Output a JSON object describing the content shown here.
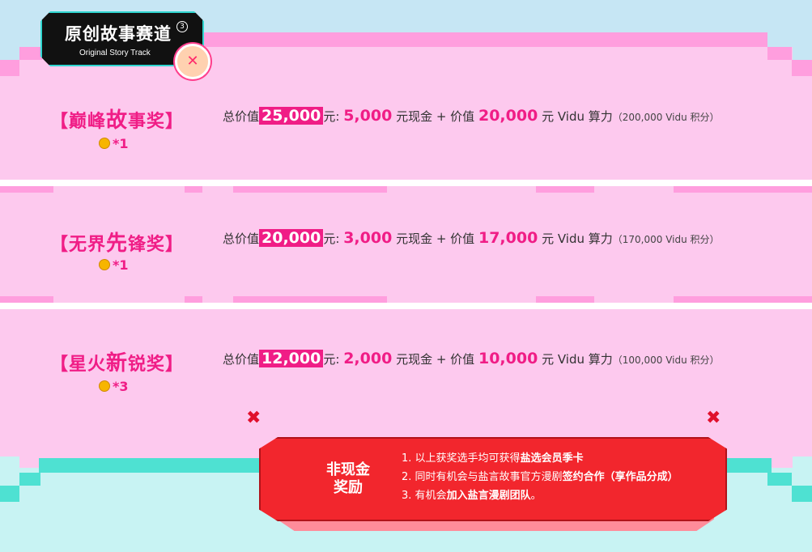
{
  "badge": {
    "title": "原创故事赛道",
    "subtitle": "Original Story Track",
    "number": "3",
    "sticker_icon": "pixel-sticker-icon"
  },
  "awards": [
    {
      "name_prefix": "【巅峰",
      "name_big": "故",
      "name_suffix": "事奖】",
      "count": "*1",
      "prefix": "总价值",
      "total": "25,000",
      "total_unit": "元:",
      "cash": "5,000",
      "cash_text": "元现金 + 价值",
      "compute": "20,000",
      "compute_text": "元 Vidu 算力",
      "credits": "（200,000 Vidu 积分）"
    },
    {
      "name_prefix": "【无界",
      "name_big": "先",
      "name_suffix": "锋奖】",
      "count": "*1",
      "prefix": "总价值",
      "total": "20,000",
      "total_unit": "元:",
      "cash": "3,000",
      "cash_text": "元现金 + 价值",
      "compute": "17,000",
      "compute_text": "元 Vidu 算力",
      "credits": "（170,000 Vidu 积分）"
    },
    {
      "name_prefix": "【星火",
      "name_big": "新",
      "name_suffix": "锐奖】",
      "count": "*3",
      "prefix": "总价值",
      "total": "12,000",
      "total_unit": "元:",
      "cash": "2,000",
      "cash_text": "元现金 + 价值",
      "compute": "10,000",
      "compute_text": "元 Vidu 算力",
      "credits": "（100,000 Vidu 积分）"
    }
  ],
  "non_cash": {
    "title_line1": "非现金",
    "title_line2": "奖励",
    "items": [
      {
        "num": "1.",
        "text": "以上获奖选手均可获得",
        "bold": "盐选会员季卡",
        "tail": ""
      },
      {
        "num": "2.",
        "text": "同时有机会与盐言故事官方漫剧",
        "bold": "签约合作（享作品分成）",
        "tail": ""
      },
      {
        "num": "3.",
        "text": "有机会",
        "bold": "加入盐言漫剧团队",
        "tail": "。"
      }
    ]
  },
  "colors": {
    "accent_pink": "#f01d86",
    "panel_pink": "#fdc9ee",
    "bar_pink": "#ff9ede",
    "teal": "#4ee1d2",
    "red_box": "#f2262d"
  }
}
